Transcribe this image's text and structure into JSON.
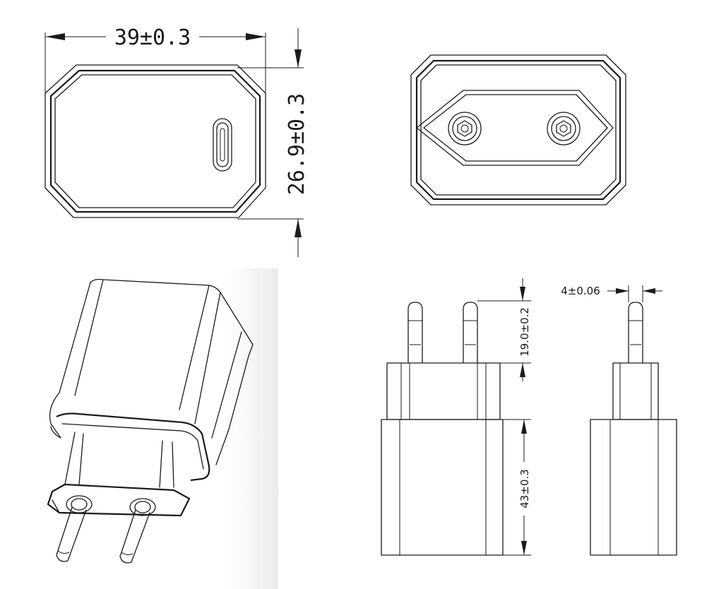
{
  "dimensions": {
    "front_width": "39±0.3",
    "front_height": "26.9±0.3",
    "pin_length": "19.0±0.2",
    "body_height": "43±0.3",
    "pin_diameter": "4±0.06"
  },
  "colors": {
    "line": "#1a1a1a",
    "background": "#ffffff",
    "panel_shade": "#eeeeee"
  }
}
